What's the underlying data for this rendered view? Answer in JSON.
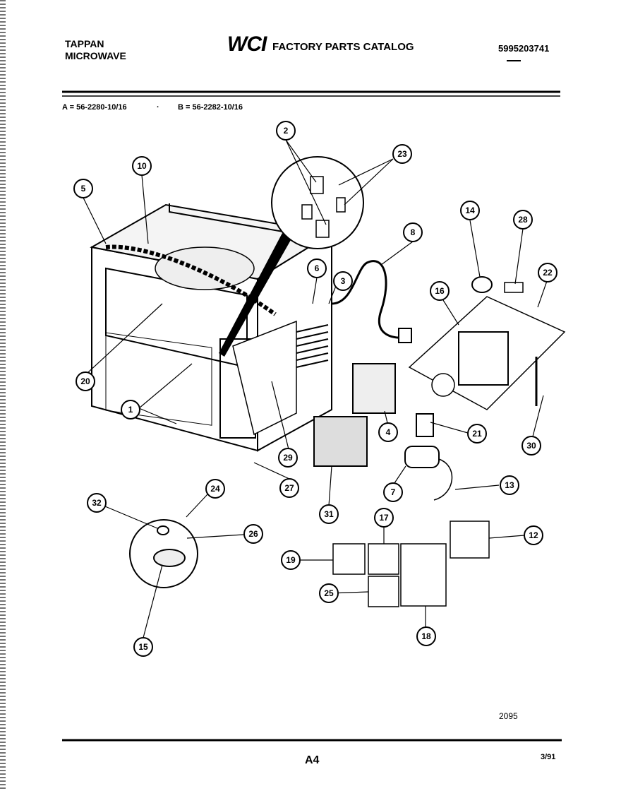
{
  "header": {
    "brand_line1": "TAPPAN",
    "brand_line2": "MICROWAVE",
    "logo_text": "WCI",
    "catalog_title": "FACTORY PARTS CATALOG",
    "part_number": "5995203741"
  },
  "models": {
    "a": "A = 56-2280-10/16",
    "separator": "·",
    "b": "B = 56-2282-10/16"
  },
  "callouts": [
    "1",
    "2",
    "3",
    "4",
    "5",
    "6",
    "7",
    "8",
    "10",
    "12",
    "13",
    "14",
    "15",
    "16",
    "17",
    "18",
    "19",
    "20",
    "21",
    "22",
    "23",
    "24",
    "25",
    "26",
    "27",
    "28",
    "29",
    "30",
    "31",
    "32"
  ],
  "figure_code": "2095",
  "footer": {
    "page": "A4",
    "date": "3/91"
  }
}
